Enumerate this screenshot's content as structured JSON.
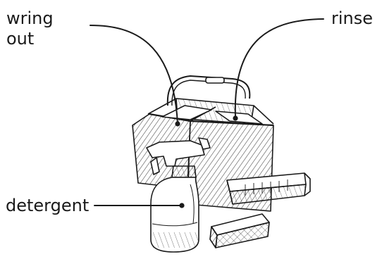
{
  "diagram": {
    "labels": {
      "wring_out": "wring\nout",
      "rinse": "rinse",
      "detergent": "detergent"
    },
    "colors": {
      "ink": "#1a1a1a",
      "background": "#ffffff"
    }
  }
}
